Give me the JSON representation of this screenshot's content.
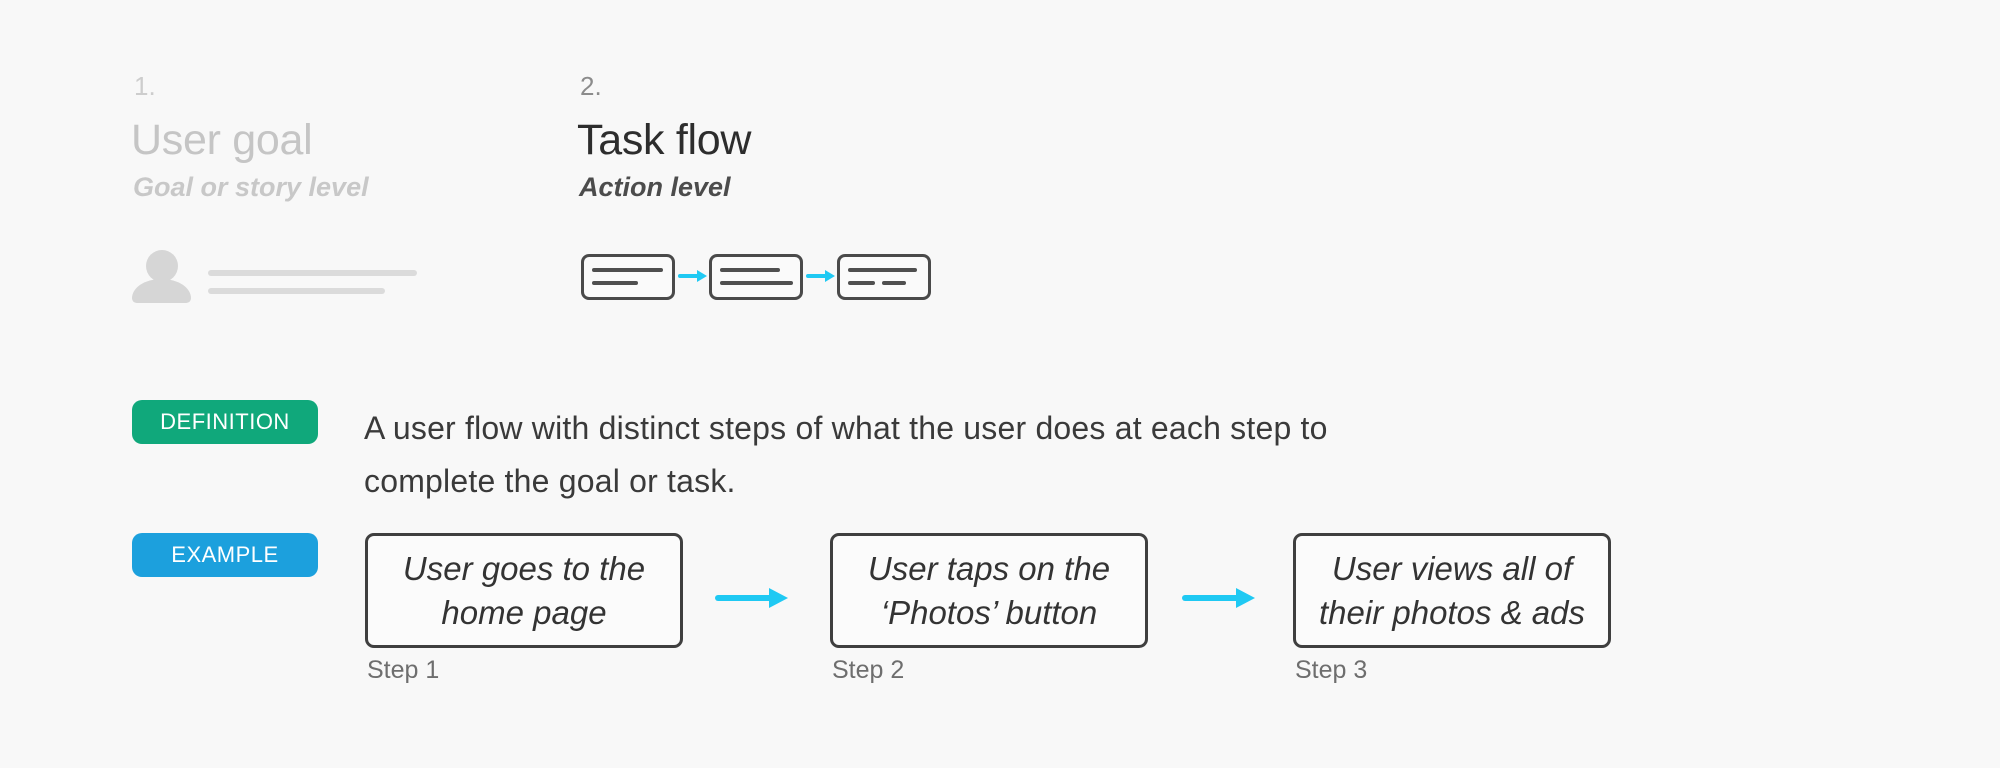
{
  "page": {
    "background": "#F8F8F8"
  },
  "columns": [
    {
      "number": "1.",
      "title": "User goal",
      "subtitle": "Goal or story level"
    },
    {
      "number": "2.",
      "title": "Task flow",
      "subtitle": "Action level"
    }
  ],
  "definition": {
    "badge_label": "DEFINITION",
    "badge_color": "#10A87B",
    "text_line1": "A user flow with distinct steps of what the user does at each step to",
    "text_line2": "complete the goal or task."
  },
  "example": {
    "badge_label": "EXAMPLE",
    "badge_color": "#1CA0DD",
    "steps": [
      {
        "line1": "User goes to the",
        "line2": "home page",
        "caption": "Step 1"
      },
      {
        "line1": "User taps on the",
        "line2": "‘Photos’ button",
        "caption": "Step 2"
      },
      {
        "line1": "User views all of",
        "line2": "their photos & ads",
        "caption": "Step 3"
      }
    ]
  },
  "colors": {
    "arrow": "#1FC9F3",
    "definition_badge": "#10A87B",
    "example_badge": "#1CA0DD",
    "muted_text": "#C6C6C6",
    "dark_text": "#2D2D2D"
  }
}
